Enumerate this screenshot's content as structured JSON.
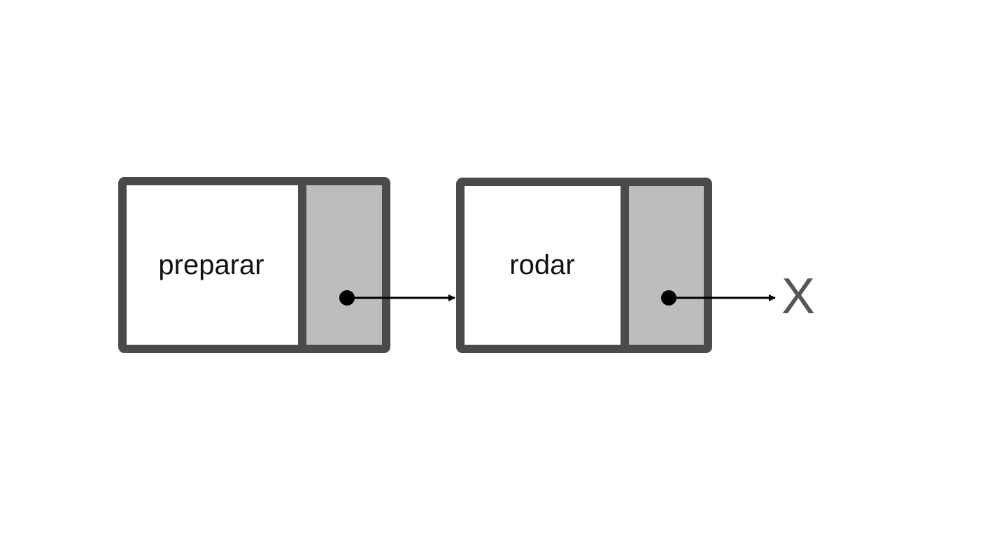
{
  "diagram": {
    "nodes": [
      {
        "label": "preparar"
      },
      {
        "label": "rodar"
      }
    ],
    "terminator": "X",
    "colors": {
      "frame": "#4a4a4a",
      "pointer_cell": "#bdbdbd",
      "data_cell": "#ffffff",
      "arrow": "#000000",
      "terminator": "#555555"
    }
  }
}
